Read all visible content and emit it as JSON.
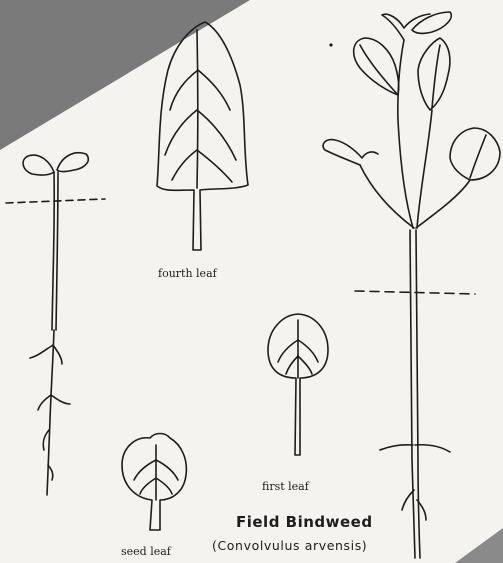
{
  "figure": {
    "title": "Field Bindweed",
    "subtitle": "(Convolvulus arvensis)",
    "labels": {
      "fourth_leaf": "fourth leaf",
      "first_leaf": "first leaf",
      "seed_leaf": "seed leaf"
    }
  },
  "colors": {
    "ink": "#1d1d1d",
    "paper": "#f4f3f0",
    "band": "#7a7a7a"
  }
}
